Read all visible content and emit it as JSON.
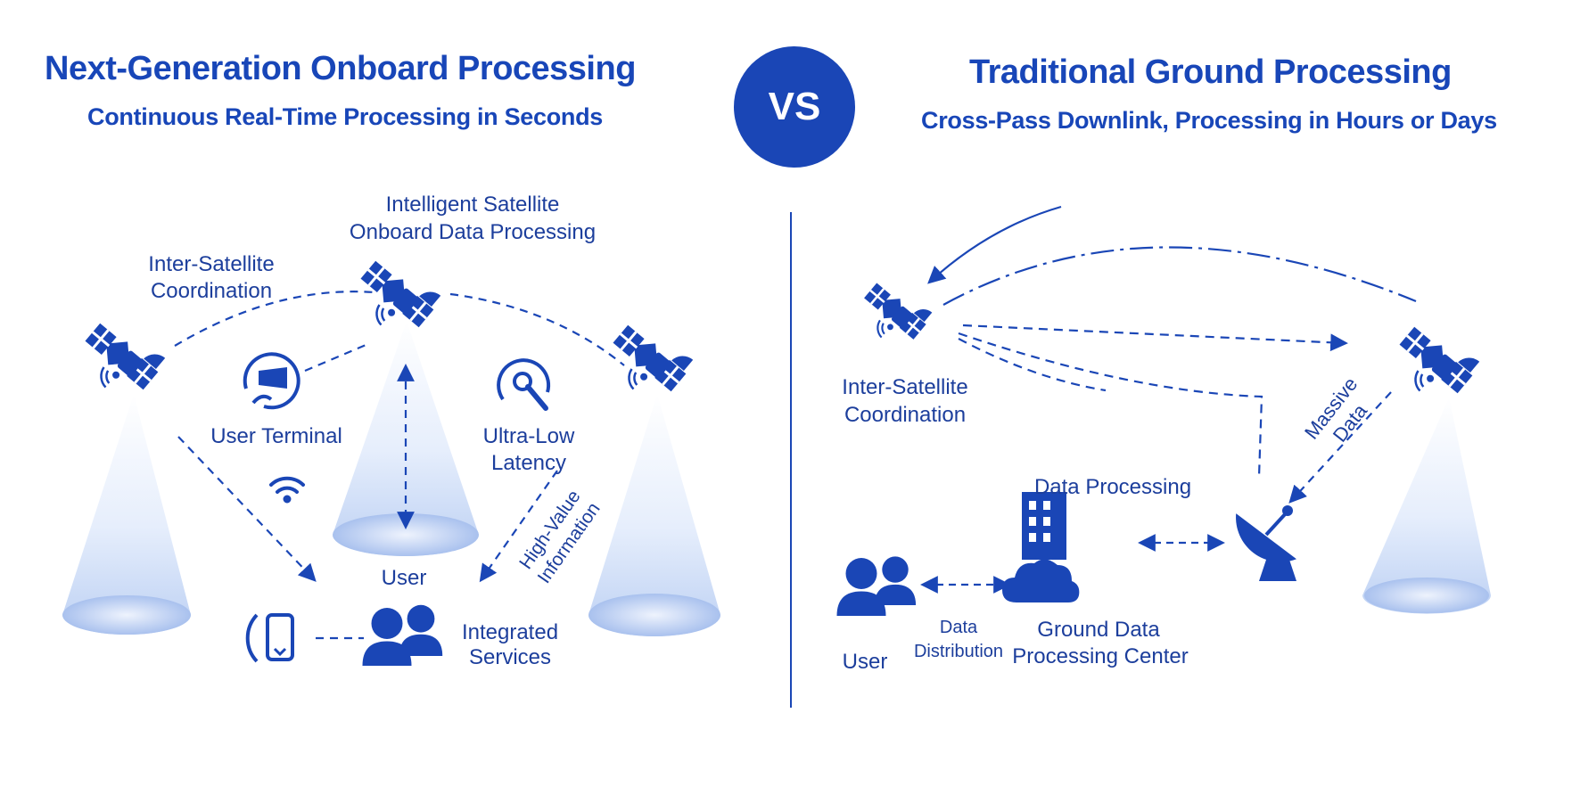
{
  "left_panel": {
    "title": "Next-Generation Onboard Processing",
    "subtitle": "Continuous Real-Time Processing in Seconds",
    "labels": {
      "intelligent_satellite_1": "Intelligent Satellite",
      "intelligent_satellite_2": "Onboard Data Processing",
      "inter_satellite_1": "Inter-Satellite",
      "inter_satellite_2": "Coordination",
      "user_terminal": "User Terminal",
      "ultra_low_1": "Ultra-Low",
      "ultra_low_2": "Latency",
      "user": "User",
      "high_value_1": "High-Value",
      "high_value_2": "Information",
      "integrated_1": "Integrated",
      "integrated_2": "Services"
    }
  },
  "vs_label": "VS",
  "right_panel": {
    "title": "Traditional Ground Processing",
    "subtitle": "Cross-Pass Downlink, Processing in Hours or Days",
    "labels": {
      "inter_satellite_1": "Inter-Satellite",
      "inter_satellite_2": "Coordination",
      "massive_1": "Massive",
      "massive_2": "Data",
      "data_processing": "Data Processing",
      "ground_center_1": "Ground Data",
      "ground_center_2": "Processing Center",
      "user": "User",
      "distribution_1": "Data",
      "distribution_2": "Distribution"
    }
  },
  "colors": {
    "primary": "#1a46b6",
    "beam_light": "#bcd0f3"
  },
  "icons": [
    "satellite-icon",
    "user-terminal-icon",
    "latency-gauge-icon",
    "wifi-icon",
    "phone-icon",
    "users-group-icon",
    "ground-station-icon",
    "building-icon",
    "cloud-icon"
  ]
}
